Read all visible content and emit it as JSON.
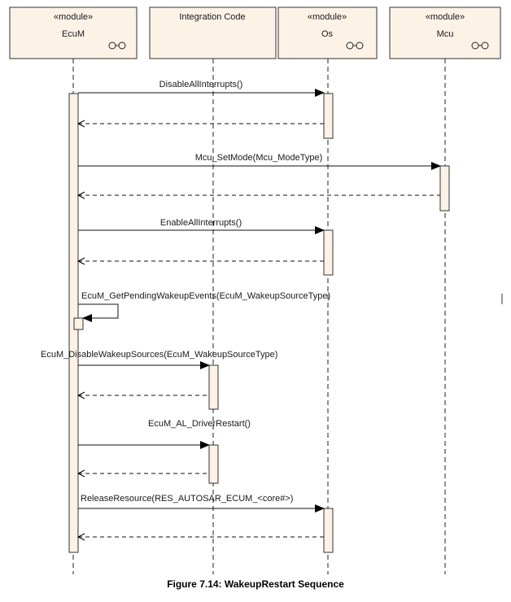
{
  "lifelines": [
    {
      "id": "ecum",
      "stereotype": "«module»",
      "name": "EcuM",
      "component_icon": "component-icon"
    },
    {
      "id": "integration",
      "stereotype": "",
      "name": "Integration Code",
      "component_icon": ""
    },
    {
      "id": "os",
      "stereotype": "«module»",
      "name": "Os",
      "component_icon": "component-icon"
    },
    {
      "id": "mcu",
      "stereotype": "«module»",
      "name": "Mcu",
      "component_icon": "component-icon"
    }
  ],
  "messages": [
    {
      "label": "DisableAllInterrupts()",
      "from": "ecum",
      "to": "os",
      "kind": "call"
    },
    {
      "label": "",
      "from": "os",
      "to": "ecum",
      "kind": "return"
    },
    {
      "label": "Mcu_SetMode(Mcu_ModeType)",
      "from": "ecum",
      "to": "mcu",
      "kind": "call"
    },
    {
      "label": "",
      "from": "mcu",
      "to": "ecum",
      "kind": "return"
    },
    {
      "label": "EnableAllInterrupts()",
      "from": "ecum",
      "to": "os",
      "kind": "call"
    },
    {
      "label": "",
      "from": "os",
      "to": "ecum",
      "kind": "return"
    },
    {
      "label": "EcuM_GetPendingWakeupEvents(EcuM_WakeupSourceType)",
      "from": "ecum",
      "to": "ecum",
      "kind": "self"
    },
    {
      "label": "EcuM_DisableWakeupSources(EcuM_WakeupSourceType)",
      "from": "ecum",
      "to": "integration",
      "kind": "call"
    },
    {
      "label": "",
      "from": "integration",
      "to": "ecum",
      "kind": "return"
    },
    {
      "label": "EcuM_AL_DriverRestart()",
      "from": "ecum",
      "to": "integration",
      "kind": "call"
    },
    {
      "label": "",
      "from": "integration",
      "to": "ecum",
      "kind": "return"
    },
    {
      "label": "ReleaseResource(RES_AUTOSAR_ECUM_<core#>)",
      "from": "ecum",
      "to": "os",
      "kind": "call"
    },
    {
      "label": "",
      "from": "os",
      "to": "ecum",
      "kind": "return"
    }
  ],
  "caption": "Figure 7.14: WakeupRestart Sequence",
  "colors": {
    "box_fill": "#fcf2e6",
    "line": "#333333"
  }
}
